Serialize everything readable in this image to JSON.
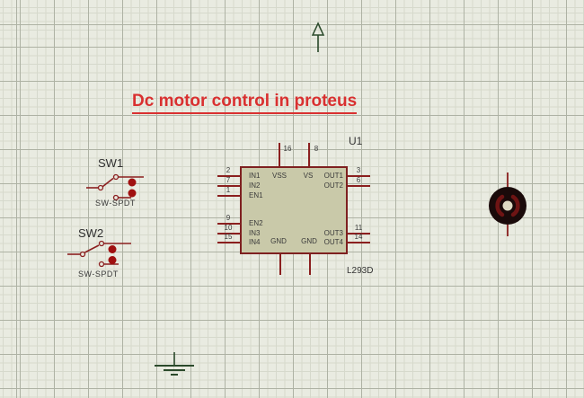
{
  "canvas": {
    "background_color": "#e9ebe1",
    "grid_minor_color": "#d6d9cc",
    "grid_major_color": "#aeb2a4"
  },
  "title": {
    "text": "Dc motor control in proteus",
    "color": "#d93030"
  },
  "wire_color": "#8b1f1f",
  "junction_color": "#a01010",
  "terminal_color": "#2b4a2b",
  "components": {
    "power_terminal": {
      "icon": "power-arrow-up"
    },
    "ground_terminal": {
      "icon": "ground"
    },
    "motor": {
      "icon": "dc-motor",
      "body_color": "#1a0a0a",
      "brush_color": "#6e1414"
    },
    "switches": [
      {
        "ref": "SW1",
        "type": "SW-SPDT"
      },
      {
        "ref": "SW2",
        "type": "SW-SPDT"
      }
    ],
    "ic": {
      "ref": "U1",
      "part": "L293D",
      "fill": "#c9c9a9",
      "border": "#7e2020",
      "left_pins": [
        {
          "num": "2",
          "label": "IN1"
        },
        {
          "num": "7",
          "label": "IN2"
        },
        {
          "num": "1",
          "label": "EN1"
        },
        {
          "num": "9",
          "label": "EN2"
        },
        {
          "num": "10",
          "label": "IN3"
        },
        {
          "num": "15",
          "label": "IN4"
        }
      ],
      "right_pins": [
        {
          "num": "3",
          "label": "OUT1"
        },
        {
          "num": "6",
          "label": "OUT2"
        },
        {
          "num": "11",
          "label": "OUT3"
        },
        {
          "num": "14",
          "label": "OUT4"
        }
      ],
      "top_pins": [
        {
          "num": "16",
          "label": "VSS"
        },
        {
          "num": "8",
          "label": "VS"
        }
      ],
      "bottom_pins": [
        {
          "label": "GND"
        },
        {
          "label": "GND"
        }
      ]
    }
  }
}
